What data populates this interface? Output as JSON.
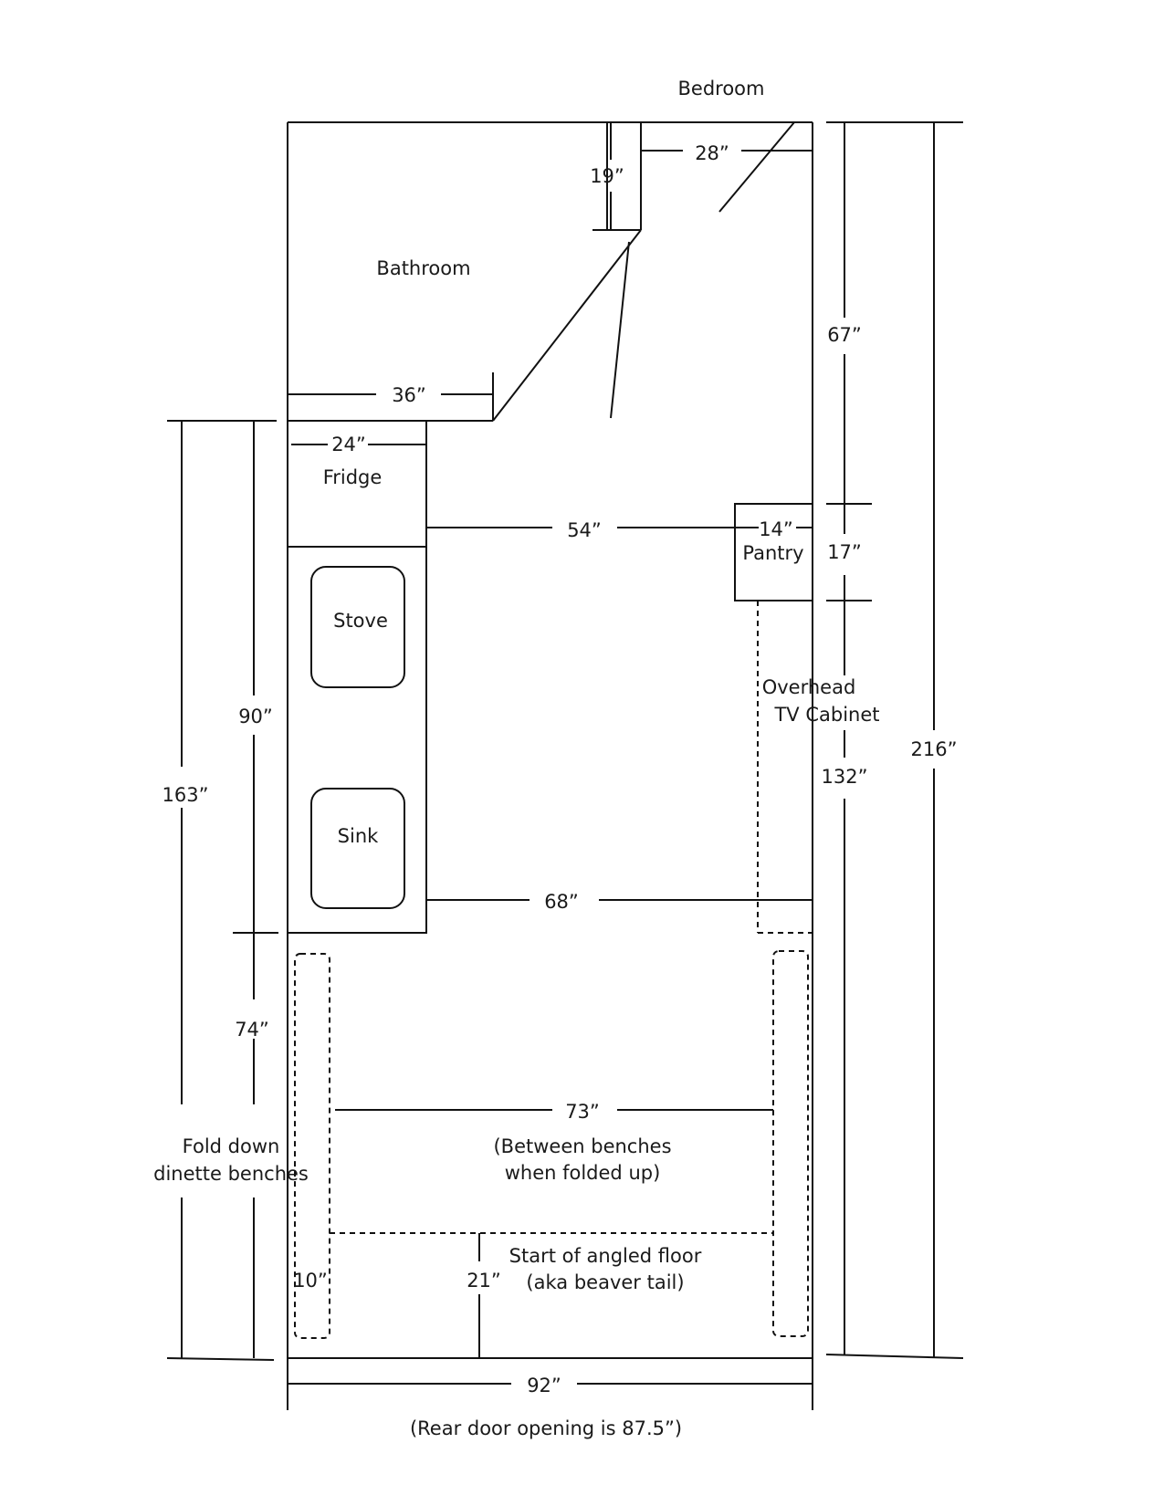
{
  "rooms": {
    "bedroom": "Bedroom",
    "bathroom": "Bathroom"
  },
  "fixtures": {
    "fridge": "Fridge",
    "pantry": "Pantry",
    "stove": "Stove",
    "sink": "Sink",
    "tv_cabinet_line1": "Overhead",
    "tv_cabinet_line2": "TV Cabinet",
    "benches_line1": "Fold down",
    "benches_line2": "dinette benches",
    "between_line1": "(Between benches",
    "between_line2": "when folded up)",
    "beaver_line1": "Start of angled floor",
    "beaver_line2": "(aka beaver tail)"
  },
  "dimensions": {
    "closet_depth": "19”",
    "closet_width": "28”",
    "bathroom_width": "36”",
    "fridge_width": "24”",
    "aisle_at_fridge": "54”",
    "pantry_width": "14”",
    "right_upper": "67”",
    "pantry_depth": "17”",
    "right_lower": "132”",
    "total_length": "216”",
    "counter_length": "90”",
    "left_total": "163”",
    "aisle_at_sink": "68”",
    "dinette_length": "74”",
    "between_benches": "73”",
    "bench_width": "10”",
    "beaver_tail": "21”",
    "total_width": "92”"
  },
  "footnote": "(Rear door opening is 87.5”)"
}
